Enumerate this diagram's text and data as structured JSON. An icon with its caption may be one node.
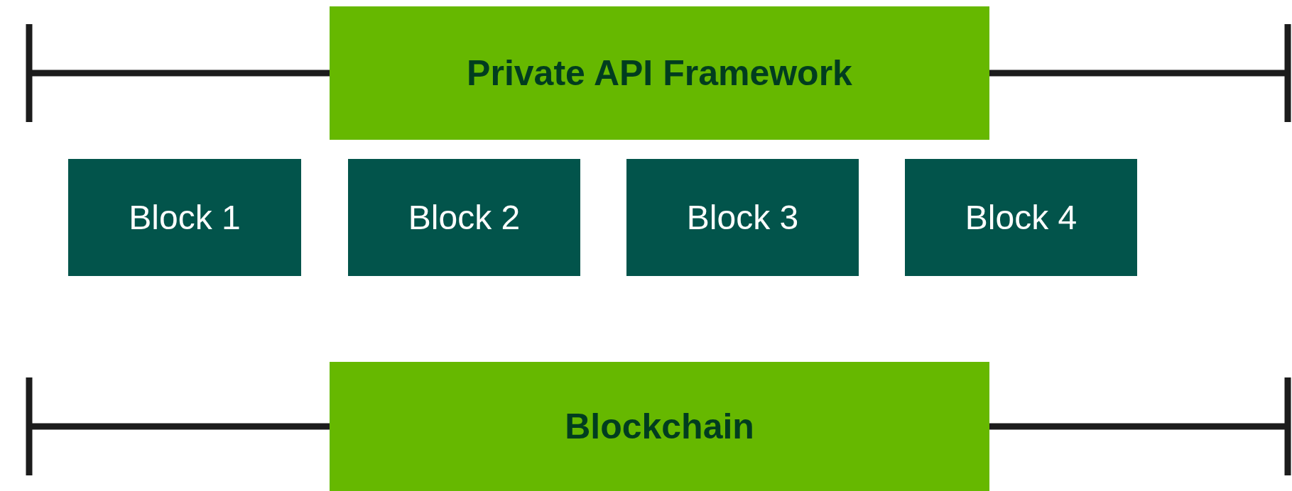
{
  "diagram": {
    "nodes": [
      {
        "text": [
          "Private API Framework"
        ]
      },
      {
        "text": [
          "Block 1"
        ]
      },
      {
        "text": [
          "Block 2"
        ]
      },
      {
        "text": [
          "Block 3"
        ]
      },
      {
        "text": [
          "Block 4"
        ]
      },
      {
        "text": [
          "Blockchain"
        ]
      }
    ]
  }
}
